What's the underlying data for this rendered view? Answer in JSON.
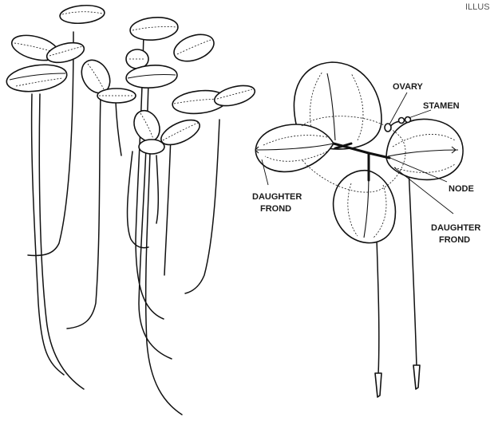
{
  "corner_text": "ILLUS",
  "labels": {
    "ovary": "OVARY",
    "stamen": "STAMEN",
    "node": "NODE",
    "daughter_frond_left_1": "DAUGHTER",
    "daughter_frond_left_2": "FROND",
    "daughter_frond_right_1": "DAUGHTER",
    "daughter_frond_right_2": "FROND"
  }
}
